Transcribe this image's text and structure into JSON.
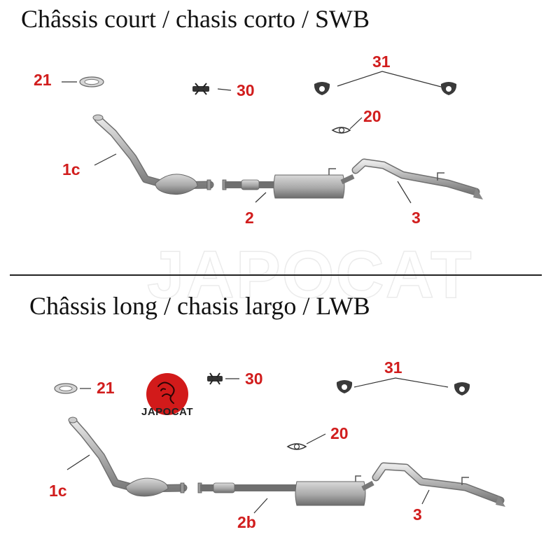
{
  "titles": {
    "swb": "Châssis court / chasis corto / SWB",
    "lwb": "Châssis long / chasis largo / LWB"
  },
  "watermark": "JAPOCAT",
  "logo": {
    "text": "JAPOCAT"
  },
  "swb_labels": {
    "p21": "21",
    "p30": "30",
    "p31": "31",
    "p20": "20",
    "p1c": "1c",
    "p2": "2",
    "p3": "3"
  },
  "lwb_labels": {
    "p21": "21",
    "p30": "30",
    "p31": "31",
    "p20": "20",
    "p1c": "1c",
    "p2b": "2b",
    "p3": "3"
  },
  "colors": {
    "label": "#d11d1d",
    "part": "#b9b9b9",
    "part_dark": "#7d7d7d",
    "logo": "#d21a1a"
  }
}
